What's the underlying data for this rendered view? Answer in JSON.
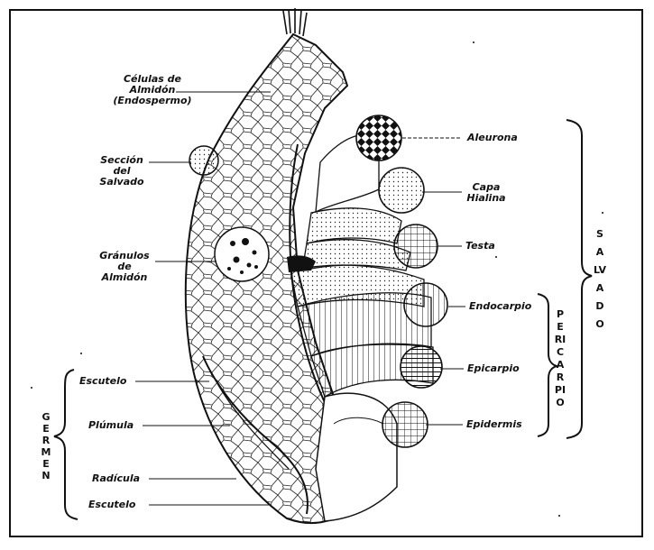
{
  "labels": {
    "celulas": [
      "Células de",
      "Almidón",
      "(Endospermo)"
    ],
    "seccion": [
      "Sección",
      "del",
      "Salvado"
    ],
    "granulos": [
      "Gránulos",
      "de",
      "Almidón"
    ],
    "escutelo_top": "Escutelo",
    "plumula": "Plúmula",
    "radicula": "Radícula",
    "escutelo_bottom": "Escutelo",
    "aleurona": "Aleurona",
    "capa": [
      "Capa",
      "Hialina"
    ],
    "testa": "Testa",
    "endocarpio": "Endocarpio",
    "epicarpio": "Epicarpio",
    "epidermis": "Epidermis"
  },
  "groups": {
    "germen": "GERMEN",
    "salvado": "SALVADO",
    "pericarpio": "PERICARPIO"
  }
}
